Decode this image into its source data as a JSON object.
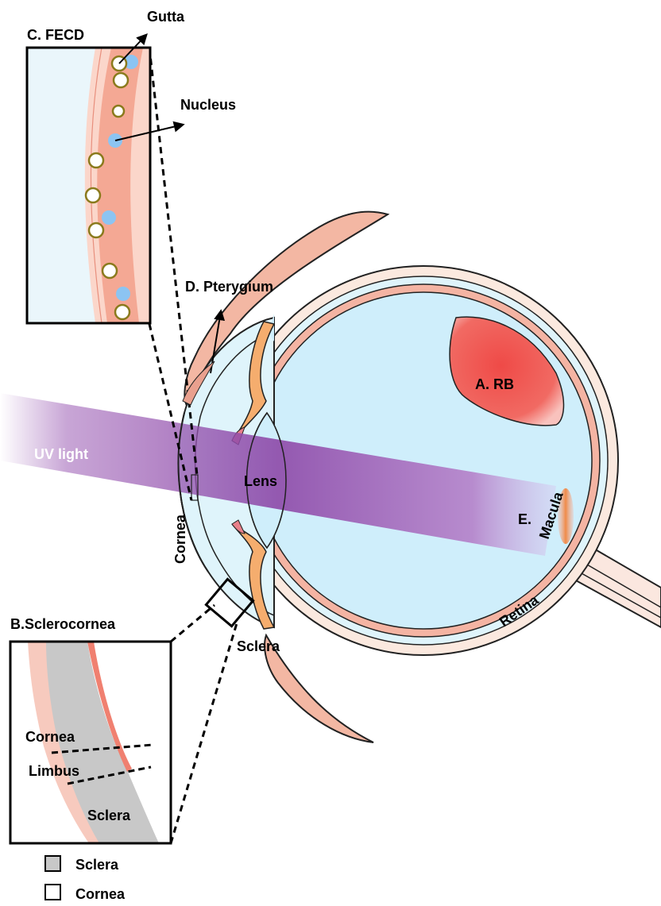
{
  "labels": {
    "fecd": "C. FECD",
    "gutta": "Gutta",
    "nucleus": "Nucleus",
    "pterygium": "D. Pterygium",
    "rb": "A. RB",
    "uv_light": "UV light",
    "lens": "Lens",
    "cornea_vertical": "Cornea",
    "macula_prefix": "E.",
    "macula": "Macula",
    "retina": "Retina",
    "sclera_eye": "Sclera",
    "sclerocornea": "B.Sclerocornea",
    "inset_cornea": "Cornea",
    "inset_limbus": "Limbus",
    "inset_sclera": "Sclera"
  },
  "legend": [
    {
      "label": "Sclera",
      "swatch": "#c8c8c8"
    },
    {
      "label": "Cornea",
      "swatch": "#ffffff"
    }
  ],
  "colors": {
    "aqueous": "#cfeefb",
    "eyelid": "#f3b7a3",
    "retina_pink": "#f4b4a3",
    "iris": "#f5ad6e",
    "tumor": "#f04e4b",
    "uv": "#9b5cb4",
    "sclera_grey": "#c8c8c8",
    "endothelium": "#f4a894",
    "gutta_ring": "#8a7a1c",
    "nucleus_blue": "#8cc4f2"
  }
}
